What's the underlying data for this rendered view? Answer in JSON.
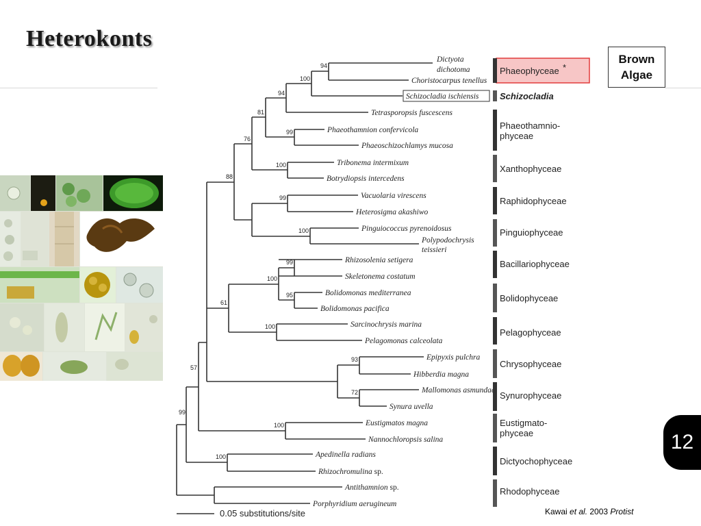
{
  "slide": {
    "title": "Heterokonts",
    "brown_algae_line1": "Brown",
    "brown_algae_line2": "Algae",
    "page_number": "12",
    "citation_author": "Kawai ",
    "citation_etal": "et al.",
    "citation_year": " 2003 ",
    "citation_journal": "Protist"
  },
  "tree": {
    "scale_label": "0.05 substitutions/site",
    "highlight_marker": "*",
    "taxa": {
      "dictyota_1": "Dictyota",
      "dictyota_2": "dichotoma",
      "choristocarpus": "Choristocarpus tenellus",
      "schizocladia": "Schizocladia ischiensis",
      "tetrasporopsis": "Tetrasporopsis fuscescens",
      "phaeothamnion": "Phaeothamnion confervicola",
      "phaeoschizochlamys": "Phaeoschizochlamys mucosa",
      "tribonema": "Tribonema intermixum",
      "botrydiopsis": "Botrydiopsis intercedens",
      "vacuolaria": "Vacuolaria virescens",
      "heterosigma": "Heterosigma akashiwo",
      "pinguiococcus": "Pinguiococcus pyrenoidosus",
      "polypodochrysis_1": "Polypodochrysis",
      "polypodochrysis_2": "teissieri",
      "rhizosolenia": "Rhizosolenia setigera",
      "skeletonema": "Skeletonema costatum",
      "bolidomonas_m": "Bolidomonas mediterranea",
      "bolidomonas_p": "Bolidomonas pacifica",
      "sarcinochrysis": "Sarcinochrysis marina",
      "pelagomonas": "Pelagomonas calceolata",
      "epipyxis": "Epipyxis pulchra",
      "hibberdia": "Hibberdia magna",
      "mallomonas": "Mallomonas asmundae",
      "synura": "Synura uvella",
      "eustigmatos": "Eustigmatos magna",
      "nannochloropsis": "Nannochloropsis salina",
      "apedinella": "Apedinella radians",
      "rhizochromulina": "Rhizochromulina",
      "rhizochromulina_sp": " sp.",
      "antithamnion": "Antithamnion",
      "antithamnion_sp": " sp.",
      "porphyridium": "Porphyridium aerugineum"
    },
    "bootstrap": {
      "dictyota_choristo": "94",
      "phaeophyceae": "100",
      "schizocladia_node": "94",
      "tetrasporopsis_node": "81",
      "phaeothamnion_node": "99",
      "phaeothamnio_xantho": "76",
      "xanthophyceae": "100",
      "main_clade": "88",
      "raphidophyceae": "99",
      "pinguiophyceae": "100",
      "bacillariophyceae": "99",
      "diatom_bolido": "100",
      "bolidophyceae": "95",
      "diatom_pelago": "61",
      "pelagophyceae": "100",
      "heterokont_core": "57",
      "chrysophyceae": "93",
      "synurophyceae": "72",
      "eustigmatophyceae": "100",
      "dictyochophyceae": "100",
      "root": "99"
    },
    "classes": {
      "phaeophyceae": "Phaeophyceae",
      "schizocladia": "Schizocladia",
      "phaeothamnio_1": "Phaeothamnio-",
      "phaeothamnio_2": "phyceae",
      "xanthophyceae": "Xanthophyceae",
      "raphidophyceae": "Raphidophyceae",
      "pinguiophyceae": "Pinguiophyceae",
      "bacillariophyceae": "Bacillariophyceae",
      "bolidophyceae": "Bolidophyceae",
      "pelagophyceae": "Pelagophyceae",
      "chrysophyceae": "Chrysophyceae",
      "synurophyceae": "Synurophyceae",
      "eustigmato_1": "Eustigmato-",
      "eustigmato_2": "phyceae",
      "dictyochophyceae": "Dictyochophyceae",
      "rhodophyceae": "Rhodophyceae"
    }
  },
  "colors": {
    "highlight_fill": "#f7c6c6",
    "highlight_border": "#e23b3b",
    "bar": "#333333"
  }
}
